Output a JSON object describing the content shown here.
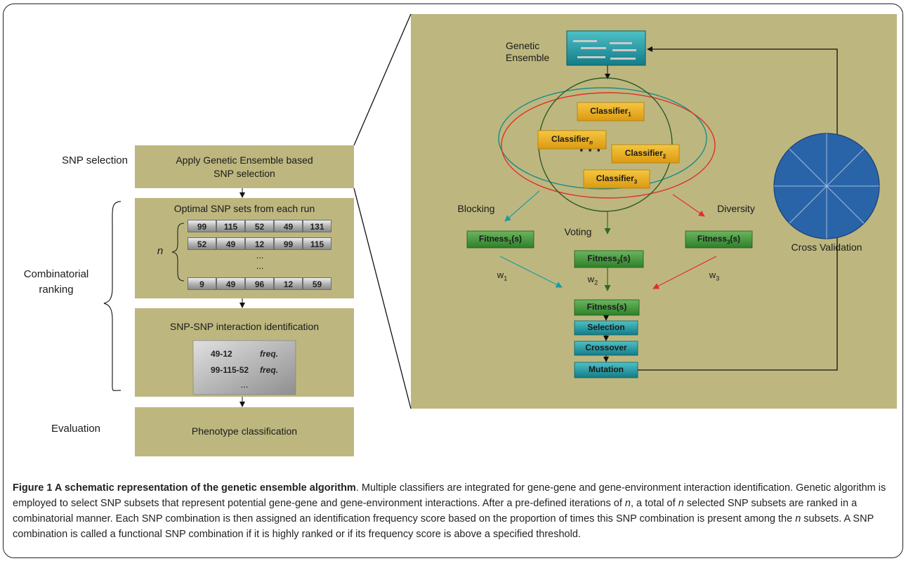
{
  "left_labels": {
    "snp_selection": "SNP selection",
    "combinatorial_ranking": "Combinatorial ranking",
    "evaluation": "Evaluation"
  },
  "boxes": {
    "apply": "Apply Genetic Ensemble based SNP selection",
    "optimal": "Optimal SNP sets from each run",
    "interaction": "SNP-SNP interaction identification",
    "phenotype": "Phenotype classification"
  },
  "n_label": "n",
  "snp_sets": [
    [
      "99",
      "115",
      "52",
      "49",
      "131"
    ],
    [
      "52",
      "49",
      "12",
      "99",
      "115"
    ],
    [
      "9",
      "49",
      "96",
      "12",
      "59"
    ]
  ],
  "ellipsis": "...",
  "interactions": [
    {
      "combo": "49-12",
      "freq": "freq."
    },
    {
      "combo": "99-115-52",
      "freq": "freq."
    }
  ],
  "right_panel": {
    "genetic_ensemble": "Genetic Ensemble",
    "classifiers": {
      "c1": {
        "base": "Classifier",
        "sub": "1"
      },
      "cn": {
        "base": "Classifier",
        "sub": "n"
      },
      "c2": {
        "base": "Classifier",
        "sub": "2"
      },
      "c3": {
        "base": "Classifier",
        "sub": "3"
      }
    },
    "dots": "▪ ▪ ▪",
    "blocking": "Blocking",
    "voting": "Voting",
    "diversity": "Diversity",
    "fitness1": {
      "base": "Fitness",
      "sub": "1",
      "suffix": "(s)"
    },
    "fitness2": {
      "base": "Fitness",
      "sub": "2",
      "suffix": "(s)"
    },
    "fitness3": {
      "base": "Fitness",
      "sub": "3",
      "suffix": "(s)"
    },
    "w1": {
      "base": "w",
      "sub": "1"
    },
    "w2": {
      "base": "w",
      "sub": "2"
    },
    "w3": {
      "base": "w",
      "sub": "3"
    },
    "fitness": "Fitness(s)",
    "selection": "Selection",
    "crossover": "Crossover",
    "mutation": "Mutation",
    "cross_validation": "Cross Validation"
  },
  "caption": {
    "title": "Figure 1 A schematic representation of the genetic ensemble algorithm",
    "body_1": ". Multiple classifiers are integrated for gene-gene and gene-environment interaction identification. Genetic algorithm is employed to select SNP subsets that represent potential gene-gene and gene-environment interactions. After a pre-defined iterations of ",
    "n1": "n",
    "body_2": ", a total of ",
    "n2": "n",
    "body_3": " selected SNP subsets are ranked in a combinatorial manner. Each SNP combination is then assigned an identification frequency score based on the proportion of times this SNP combination is present among the ",
    "n3": "n",
    "body_4": " subsets. A SNP combination is called a functional SNP combination if it is highly ranked or if its frequency score is above a specified threshold."
  },
  "colors": {
    "panel": "#bdb77f",
    "classifier": "#e9ae1b",
    "fitness_green": "#3f8e38",
    "teal": "#1d8b96",
    "circle_blue": "#2a64a8",
    "ellipse_teal": "#1a8d8a",
    "ellipse_red": "#e0302a",
    "ellipse_dark": "#2f5a2a"
  }
}
